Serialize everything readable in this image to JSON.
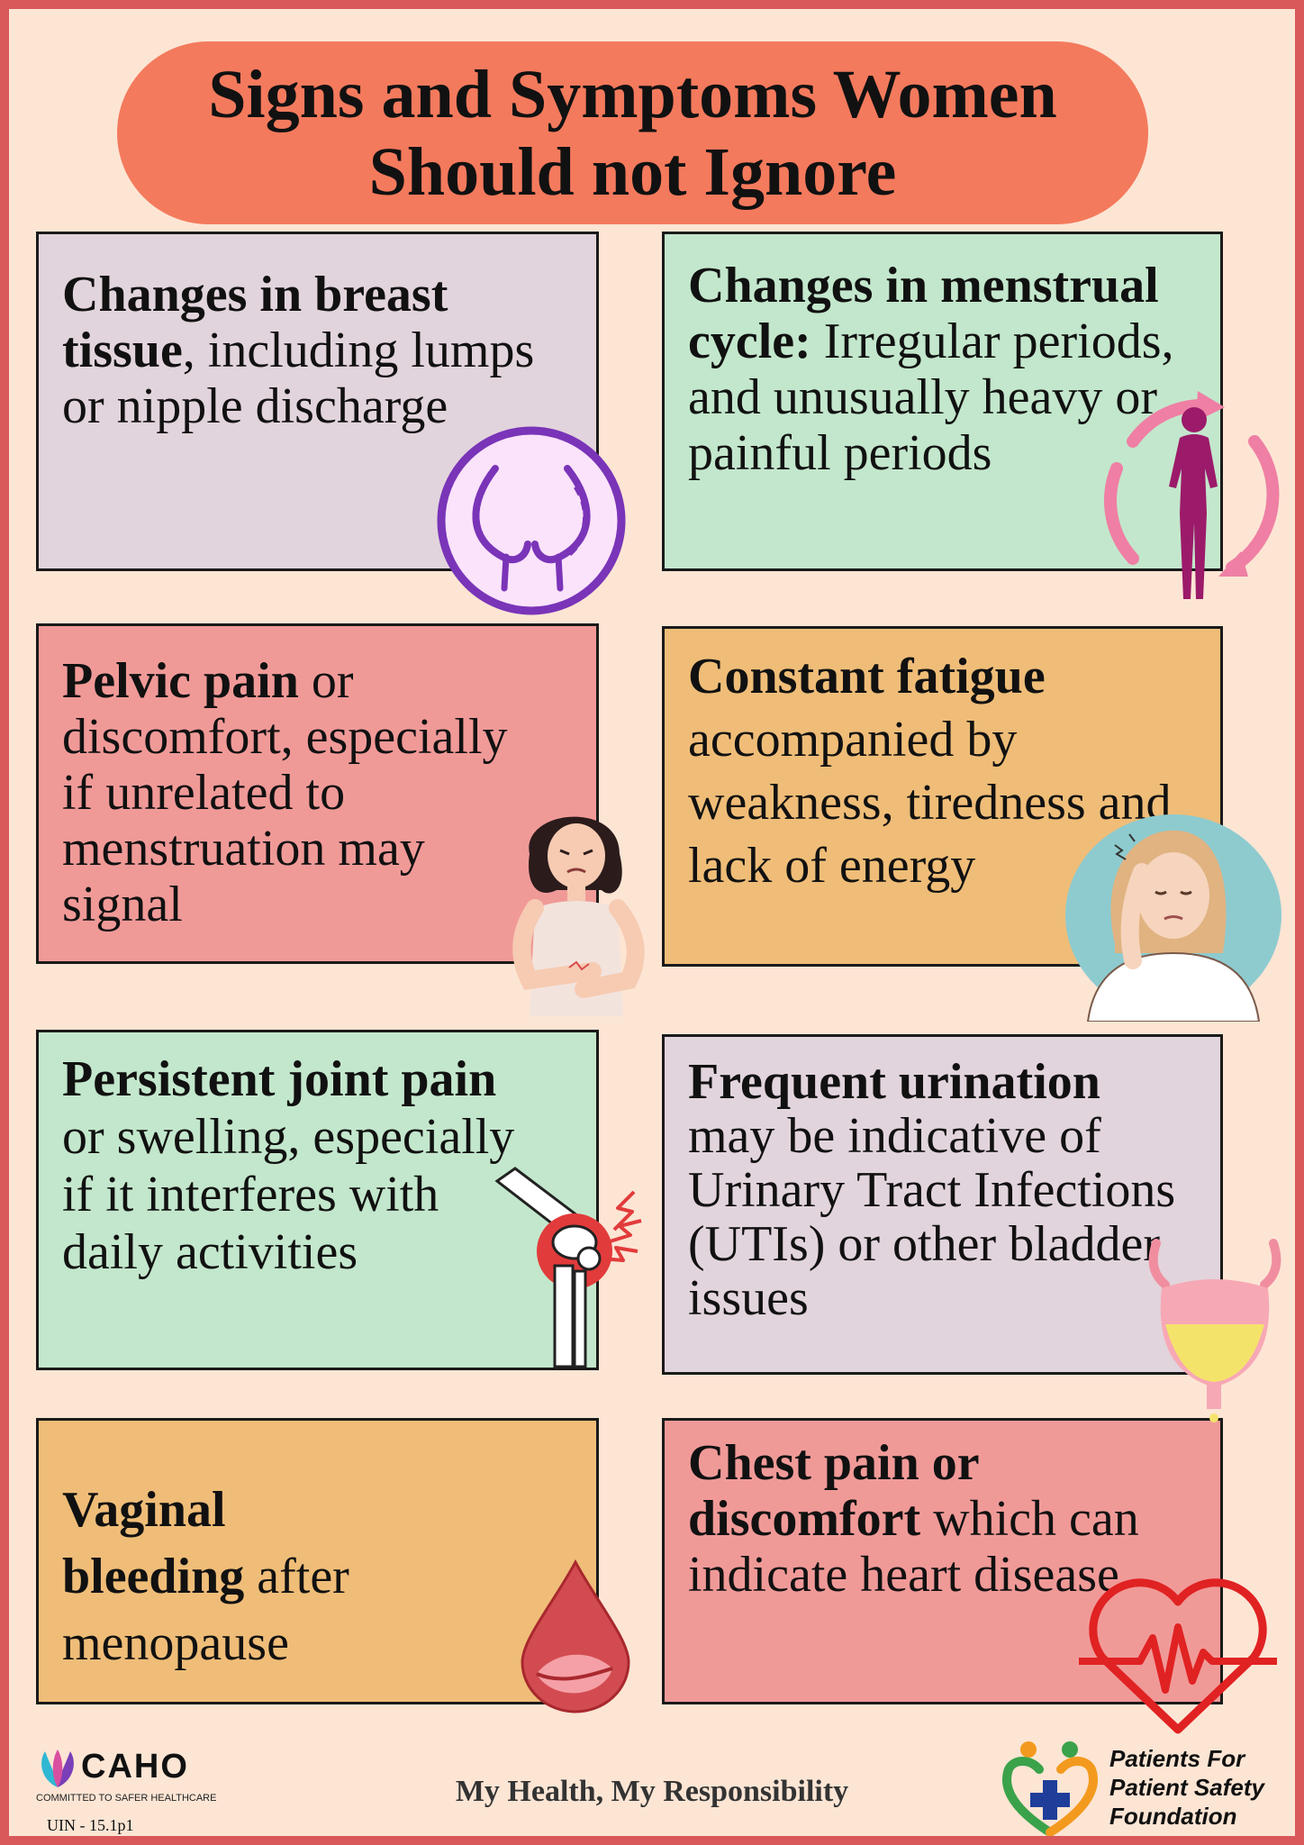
{
  "title": {
    "line1": "Signs and Symptoms Women",
    "line2": "Should not Ignore"
  },
  "cards": [
    {
      "id": "breast",
      "bold": "Changes in breast tissue",
      "rest": ", including lumps or nipple discharge",
      "color": "#e2d4dc",
      "icon": "breast-icon"
    },
    {
      "id": "menstrual",
      "bold": "Changes in menstrual cycle:",
      "rest": " Irregular periods, and unusually heavy or painful periods",
      "color": "#c3e7cc",
      "icon": "menstrual-cycle-icon"
    },
    {
      "id": "pelvic",
      "bold": "Pelvic pain",
      "rest": " or discomfort, especially if unrelated to menstruation may signal",
      "color": "#f09a98",
      "icon": "pelvic-pain-woman-icon"
    },
    {
      "id": "fatigue",
      "bold": "Constant fatigue",
      "rest": " accompanied by weakness, tiredness and lack of energy",
      "color": "#efbd78",
      "icon": "tired-woman-icon"
    },
    {
      "id": "joint",
      "bold": "Persistent joint pain",
      "rest": " or swelling, especially if it interferes with daily activities",
      "color": "#c3e7cc",
      "icon": "knee-joint-icon"
    },
    {
      "id": "urination",
      "bold": "Frequent urination",
      "rest": " may be indicative of Urinary Tract Infections (UTIs) or other bladder issues",
      "color": "#e2d4dc",
      "icon": "bladder-icon"
    },
    {
      "id": "bleeding",
      "bold": "Vaginal bleeding",
      "rest": " after menopause",
      "color": "#efbd78",
      "icon": "blood-drop-icon"
    },
    {
      "id": "chest",
      "bold": "Chest pain or discomfort",
      "rest": " which can indicate heart disease",
      "color": "#f09a98",
      "icon": "heartbeat-icon"
    }
  ],
  "footer": {
    "tagline": "My Health, My Responsibility",
    "caho_name": "CAHO",
    "caho_sub": "COMMITTED TO SAFER HEALTHCARE",
    "uin": "UIN - 15.1p1",
    "ppsf_line1": "Patients For",
    "ppsf_line2": "Patient Safety",
    "ppsf_line3": "Foundation"
  }
}
